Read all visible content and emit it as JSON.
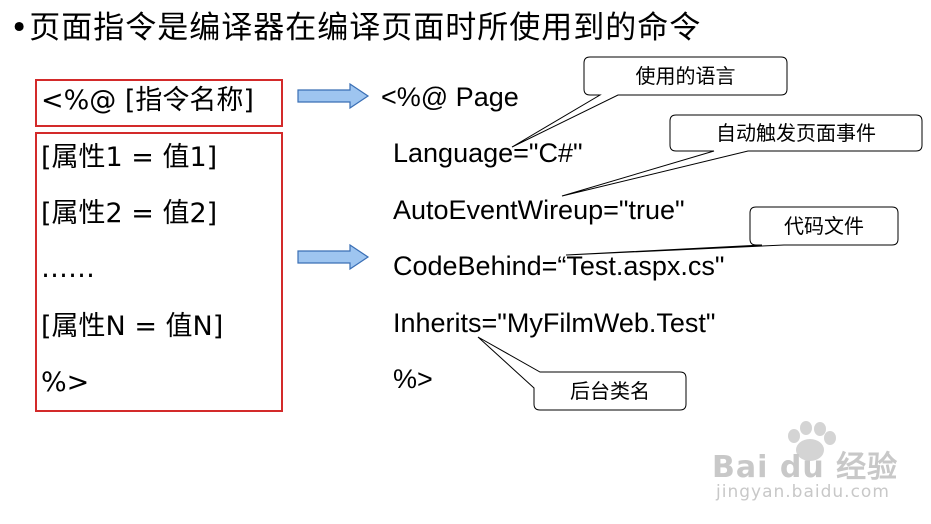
{
  "title": "•页面指令是编译器在编译页面时所使用到的命令",
  "left_column": {
    "directive": "<%@ [指令名称]",
    "attr1": "[属性1 = 值1]",
    "attr2": "[属性2 = 值2]",
    "ellipsis": "……",
    "attrN": "[属性N = 值N]",
    "close": "%>"
  },
  "right_column": {
    "page": "<%@ Page",
    "language": "Language=\"C#\"",
    "autoevent": "AutoEventWireup=\"true\"",
    "codebehind": "CodeBehind=“Test.aspx.cs\"",
    "inherits": "Inherits=\"MyFilmWeb.Test\"",
    "close": "%>"
  },
  "callouts": {
    "language": "使用的语言",
    "autoevent": "自动触发页面事件",
    "codebehind": "代码文件",
    "inherits": "后台类名"
  },
  "watermark": {
    "logo": "Bai du 经验",
    "url": "jingyan.baidu.com"
  },
  "colors": {
    "box_border": "#d32a2a",
    "arrow_fill": "#9ec5f0",
    "arrow_stroke": "#3a6fb5"
  }
}
